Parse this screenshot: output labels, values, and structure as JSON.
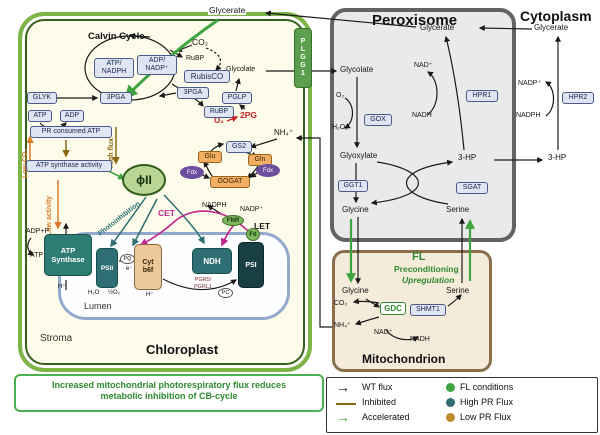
{
  "chloroplast": {
    "title": "Chloroplast",
    "stroma_label": "Stroma",
    "plgg1": "PLGG1",
    "calvin": {
      "cycle_label": "Calvin Cycle",
      "co2": "CO₂",
      "atp_nadph": [
        "ATP/",
        "NADPH"
      ],
      "adp_nadp": [
        "ADP/",
        "NADP⁺"
      ],
      "rubp_free": "RuBP",
      "rubisco": "RubisCO",
      "pga_left": "3PGA",
      "pga_right": "3PGA",
      "glyk": "GLYK",
      "atp": "ATP",
      "adp": "ADP",
      "pr_consumed_atp": "PR consumed ATP"
    },
    "photorespiration": {
      "glycolate": "Glycolate",
      "pglp": "PGLP",
      "rubp_box": "RuBP",
      "o2": "O₂",
      "pg2": "2PG"
    },
    "stress": {
      "low_co2": "Low CO₂",
      "high_flux": "High flux",
      "low_activity": "Low activity",
      "atp_synthase_activity": "ATP synthase activity",
      "photoinhibition": "Photoinhibition",
      "phi2": "ϕII"
    },
    "nitrogen": {
      "nh4": "NH₄⁺",
      "gs2": "GS2",
      "glu": "Glu",
      "gln": "Gln",
      "gogat": "GOGAT",
      "fdx": "Fdx"
    },
    "et": {
      "cet": "CET",
      "let": "LET",
      "nadph": "NADPH",
      "nadp": "NADP⁺",
      "fnr": "FNR",
      "fd": "Fd",
      "psii": "PSII",
      "pq": "PQ",
      "cytb6f": [
        "Cyt",
        "b6f"
      ],
      "ndh": "NDH",
      "pgr": [
        "PGR5/",
        "PGRL1"
      ],
      "pc": "PC",
      "psi": "PSI",
      "atp_synthase": [
        "ATP",
        "Synthase"
      ],
      "lumen": "Lumen",
      "adp_p": "ADP+P",
      "atp": "ATP",
      "h_plus": "H⁺",
      "h2o": "H₂O",
      "half_o2": "½O₂",
      "e_minus": "e⁻"
    }
  },
  "cytosol_top": {
    "glycerate": "Glycerate"
  },
  "peroxisome": {
    "title": "Peroxisome",
    "glycerate": "Glycerate",
    "glycolate": "Glycolate",
    "o2": "O₂",
    "gox": "GOX",
    "h2o2": "H₂O₂",
    "nad": "NAD⁺",
    "nadh": "NADH",
    "hpr1": "HPR1",
    "glyoxylate": "Glyoxylate",
    "ggt1": "GGT1",
    "glycine": "Glycine",
    "hp3": "3-HP",
    "sgat": "SGAT",
    "serine": "Serine"
  },
  "cytoplasm": {
    "title": "Cytoplasm",
    "glycerate": "Glycerate",
    "nadp": "NADP⁺",
    "nadph": "NADPH",
    "hpr2": "HPR2",
    "hp3": "3-HP"
  },
  "mitochondrion": {
    "title": "Mitochondrion",
    "fl": "FL",
    "preconditioning": "Preconditioning",
    "upregulation": "Upregulation",
    "glycine": "Glycine",
    "serine": "Serine",
    "gdc": "GDC",
    "shmt1": "SHMT1",
    "co2": "CO₂",
    "nh4": "NH₄⁺",
    "nad": "NAD⁺",
    "nadh": "NADH"
  },
  "callout": {
    "line1": "Increased mitochondrial photorespiratory flux reduces",
    "line2": "metabolic inhibition of CB-cycle"
  },
  "legend": {
    "wt_flux": "WT flux",
    "inhibited": "Inhibited",
    "accelerated": "Accelerated",
    "fl_conditions": "FL conditions",
    "high_pr_flux": "High PR Flux",
    "low_pr_flux": "Low PR Flux"
  },
  "colors": {
    "chloroplast_border": "#7CB446",
    "chloroplast_fill": "#FDFBE9",
    "peroxisome_border": "#636363",
    "peroxisome_fill": "#EAEAEA",
    "mitochondrion_border": "#8A6E4B",
    "mitochondrion_fill": "#F4EBDB",
    "accelerated_green": "#3FA33F",
    "inhibited_brown": "#8B6914",
    "low_pr_orange": "#C08A2F",
    "high_pr_teal": "#2E6F73",
    "fl_green": "#2E8B2E",
    "red_flux": "#CC2222",
    "cet_magenta": "#C2258F",
    "enzyme_box_fill": "#DFE5F2",
    "enzyme_box_border": "#4A5A8A",
    "metabolite_orange_fill": "#F2AE63",
    "fdx_purple": "#6B4F9E",
    "plgg1_green": "#5B9E4D"
  }
}
